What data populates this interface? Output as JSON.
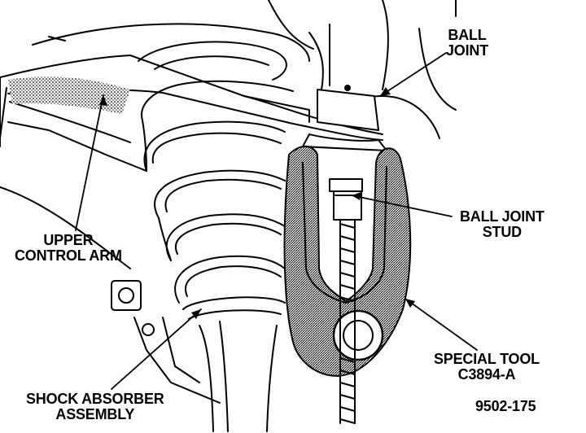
{
  "labels": {
    "ball_joint": [
      "BALL",
      "JOINT"
    ],
    "ball_joint_stud": [
      "BALL JOINT",
      "STUD"
    ],
    "upper_control_arm": [
      "UPPER",
      "CONTROL ARM"
    ],
    "shock_absorber_assembly": [
      "SHOCK ABSORBER",
      "ASSEMBLY"
    ],
    "special_tool": [
      "SPECIAL TOOL",
      "C3894-A"
    ]
  },
  "figure_number": "9502-175"
}
